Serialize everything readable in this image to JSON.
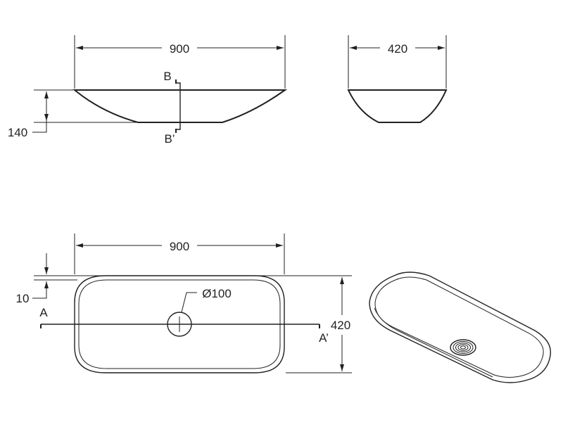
{
  "front_view": {
    "width_label": "900",
    "height_label": "140",
    "section_start": "B",
    "section_end": "B’"
  },
  "side_view": {
    "width_label": "420"
  },
  "top_view": {
    "width_label": "900",
    "rim_label": "10",
    "depth_label": "420",
    "drain_label": "Ø100",
    "section_start": "A",
    "section_end": "A’"
  },
  "colors": {
    "ink": "#231f20",
    "background": "#ffffff"
  }
}
